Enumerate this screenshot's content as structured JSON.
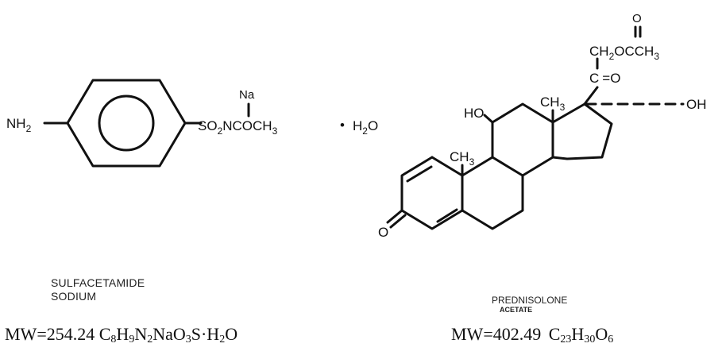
{
  "left_compound": {
    "name_line1": "SULFACETAMIDE",
    "name_line2": "SODIUM",
    "mw_label": "MW=254.24",
    "formula_parts": [
      {
        "t": "C"
      },
      {
        "t": "8",
        "sub": true
      },
      {
        "t": "H"
      },
      {
        "t": "9",
        "sub": true
      },
      {
        "t": "N"
      },
      {
        "t": "2",
        "sub": true
      },
      {
        "t": "NaO"
      },
      {
        "t": "3",
        "sub": true
      },
      {
        "t": "S·H"
      },
      {
        "t": "2",
        "sub": true
      },
      {
        "t": "O"
      }
    ],
    "atoms": {
      "nh2": "NH",
      "nh2_sub": "2",
      "na": "Na",
      "so2": "SO",
      "so2_sub": "2",
      "ncoch3": "NCOCH",
      "ncoch3_sub": "3",
      "water_dot": "•",
      "water": "H",
      "water_sub": "2",
      "water_o": "O"
    }
  },
  "right_compound": {
    "name_line1": "PREDNISOLONE",
    "name_line2": "ACETATE",
    "mw_label": "MW=402.49",
    "formula_parts": [
      {
        "t": "C"
      },
      {
        "t": "23",
        "sub": true
      },
      {
        "t": "H"
      },
      {
        "t": "30",
        "sub": true
      },
      {
        "t": "O"
      },
      {
        "t": "6",
        "sub": true
      }
    ],
    "atoms": {
      "top_o": "O",
      "ch2o": "CH",
      "ch2o_sub": "2",
      "ch2o_o": "OCCH",
      "ch2o_sub3": "3",
      "ketone": "C",
      "ketone_eq": "=O",
      "oh": "OH",
      "ho": "HO",
      "ch3_top": "CH",
      "ch3_top_sub": "3",
      "ch3_mid": "CH",
      "ch3_mid_sub": "3",
      "ring_o": "O"
    }
  }
}
